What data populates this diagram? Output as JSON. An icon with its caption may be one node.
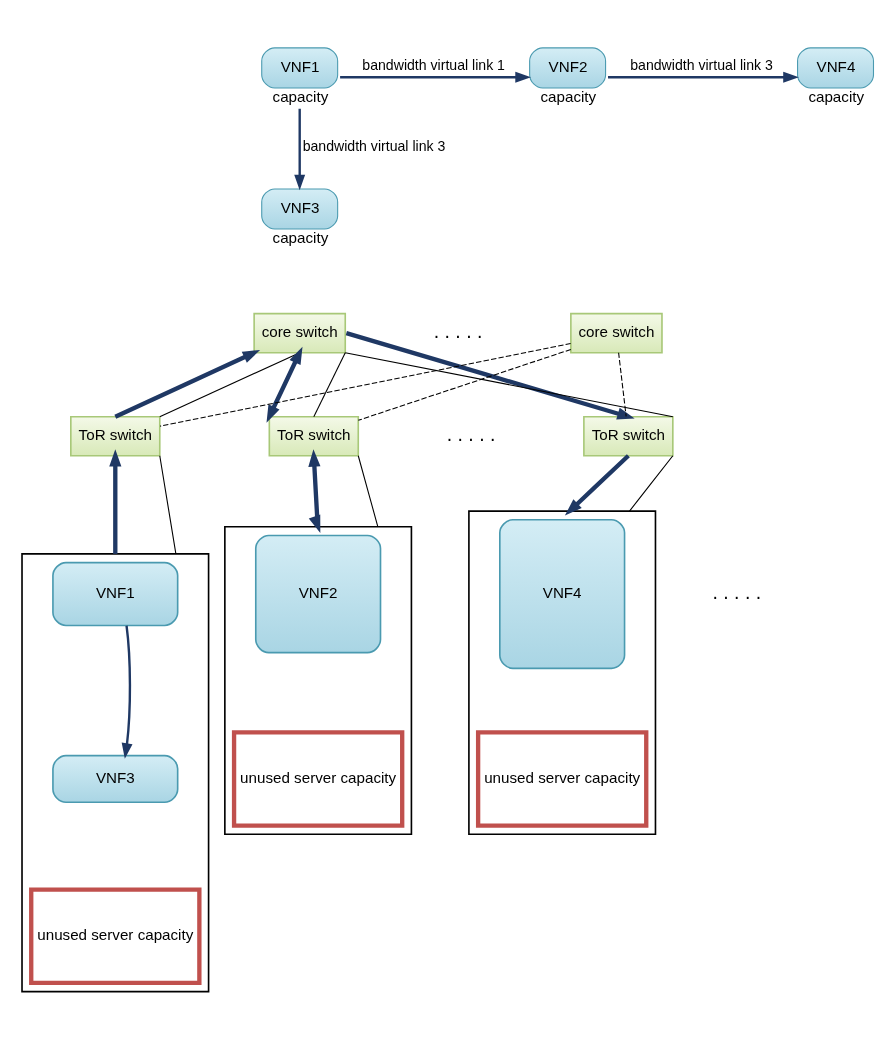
{
  "diagram": {
    "nodes": [
      {
        "text": [
          "VNF1"
        ],
        "beside": [
          "capacity"
        ]
      },
      {
        "text": [
          "VNF2"
        ],
        "beside": [
          "capacity"
        ]
      },
      {
        "text": [
          "VNF4"
        ],
        "beside": [
          "capacity"
        ]
      },
      {
        "text": [
          "VNF3"
        ],
        "beside": [
          "capacity"
        ]
      },
      {
        "text": [
          "core switch"
        ]
      },
      {
        "text": [
          "core switch"
        ]
      },
      {
        "text": [
          "ToR switch"
        ]
      },
      {
        "text": [
          "ToR switch"
        ]
      },
      {
        "text": [
          "ToR switch"
        ]
      },
      {
        "text": [],
        "shape": "box"
      },
      {
        "text": [
          "VNF1"
        ],
        "in": 9
      },
      {
        "text": [
          "VNF3"
        ],
        "in": 9
      },
      {
        "text": [
          "unused server capacity"
        ],
        "in": 9
      },
      {
        "text": [],
        "shape": "box"
      },
      {
        "text": [
          "VNF2"
        ],
        "in": 13
      },
      {
        "text": [
          "unused server capacity"
        ],
        "in": 13
      },
      {
        "text": [],
        "shape": "box"
      },
      {
        "text": [
          "VNF4"
        ],
        "in": 16
      },
      {
        "text": [
          "unused server capacity"
        ],
        "in": 16
      }
    ],
    "edges": [
      {
        "from": 0,
        "to": 1,
        "arrow": "to",
        "label": "bandwidth virtual link 1"
      },
      {
        "from": 1,
        "to": 2,
        "arrow": "to",
        "label": "bandwidth virtual link 3"
      },
      {
        "from": 0,
        "to": 3,
        "arrow": "to",
        "label": "bandwidth virtual link 3"
      },
      {
        "from": 6,
        "to": 4,
        "arrow": "to",
        "style": "thick"
      },
      {
        "from": 4,
        "to": 6,
        "arrow": "none",
        "color": "#000000"
      },
      {
        "from": 4,
        "to": 7,
        "arrow": "both",
        "style": "thick"
      },
      {
        "from": 4,
        "to": 7,
        "arrow": "none",
        "color": "#000000"
      },
      {
        "from": 4,
        "to": 8,
        "arrow": "to",
        "style": "thick"
      },
      {
        "from": 4,
        "to": 8,
        "arrow": "none",
        "color": "#000000"
      },
      {
        "from": 5,
        "to": 6,
        "arrow": "none",
        "style": "dashed",
        "color": "#000000"
      },
      {
        "from": 5,
        "to": 7,
        "arrow": "none",
        "style": "dashed",
        "color": "#000000"
      },
      {
        "from": 5,
        "to": 8,
        "arrow": "none",
        "style": "dashed",
        "color": "#000000"
      },
      {
        "from": 9,
        "to": 6,
        "arrow": "to",
        "style": "thick"
      },
      {
        "from": 9,
        "to": 6,
        "arrow": "none",
        "color": "#000000"
      },
      {
        "from": 13,
        "to": 7,
        "arrow": "both",
        "style": "thick"
      },
      {
        "from": 13,
        "to": 7,
        "arrow": "none",
        "color": "#000000"
      },
      {
        "from": 8,
        "to": 16,
        "arrow": "to",
        "style": "thick"
      },
      {
        "from": 8,
        "to": 16,
        "arrow": "none",
        "color": "#000000"
      },
      {
        "from": 10,
        "to": 11,
        "arrow": "to"
      }
    ],
    "labels": [
      ". . . . .",
      ". . . . .",
      ". . . . ."
    ]
  }
}
